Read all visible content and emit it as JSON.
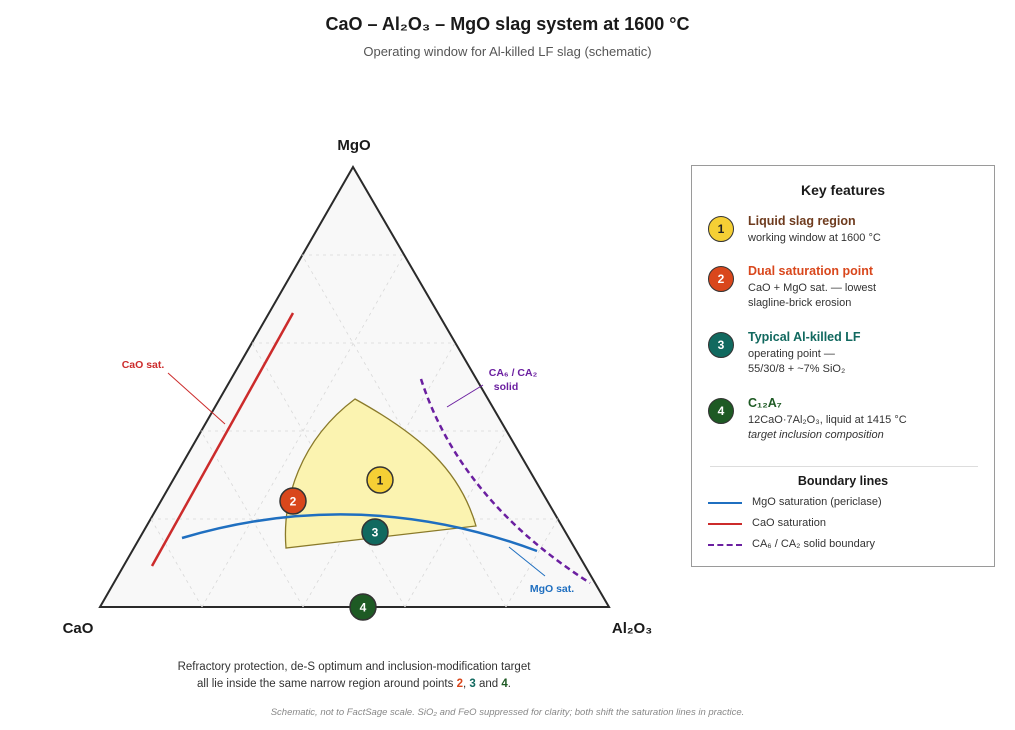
{
  "title": "CaO – Al₂O₃ – MgO slag system at 1600 °C",
  "subtitle": "Operating window for Al-killed LF slag (schematic)",
  "vertices": {
    "top": "MgO",
    "left": "CaO",
    "right": "Al₂O₃"
  },
  "annotations": {
    "cao_sat": "CaO sat.",
    "mgo_sat": "MgO sat.",
    "ca6_line1": "CA₆ / CA₂",
    "ca6_line2": "solid"
  },
  "points": [
    {
      "id": "1",
      "label": "1",
      "color": "#f5cf35",
      "text_color": "#222222"
    },
    {
      "id": "2",
      "label": "2",
      "color": "#d9471c",
      "text_color": "#ffffff"
    },
    {
      "id": "3",
      "label": "3",
      "color": "#11695f",
      "text_color": "#ffffff"
    },
    {
      "id": "4",
      "label": "4",
      "color": "#1e5a24",
      "text_color": "#ffffff"
    }
  ],
  "legend": {
    "title": "Key features",
    "items": [
      {
        "num": "1",
        "badge_color": "#f5cf35",
        "badge_text_color": "#222222",
        "head": "Liquid slag region",
        "head_color": "#6e3b1e",
        "lines": [
          "working window at 1600 °C"
        ],
        "italic": ""
      },
      {
        "num": "2",
        "badge_color": "#d9471c",
        "badge_text_color": "#ffffff",
        "head": "Dual saturation point",
        "head_color": "#d9471c",
        "lines": [
          "CaO + MgO sat. — lowest",
          "slagline-brick erosion"
        ],
        "italic": ""
      },
      {
        "num": "3",
        "badge_color": "#11695f",
        "badge_text_color": "#ffffff",
        "head": "Typical Al-killed LF",
        "head_color": "#11695f",
        "lines": [
          "operating point —",
          "55/30/8 + ~7% SiO₂"
        ],
        "italic": ""
      },
      {
        "num": "4",
        "badge_color": "#1e5a24",
        "badge_text_color": "#ffffff",
        "head": "C₁₂A₇",
        "head_color": "#1e5a24",
        "lines": [
          "12CaO·7Al₂O₃, liquid at 1415 °C"
        ],
        "italic": "target inclusion composition"
      }
    ],
    "boundary_title": "Boundary lines",
    "boundaries": [
      {
        "label": "MgO saturation (periclase)",
        "color": "#1f6fc0",
        "dashed": false
      },
      {
        "label": "CaO saturation",
        "color": "#cc2b2b",
        "dashed": false
      },
      {
        "label": "CA₆ / CA₂ solid boundary",
        "color": "#6b1fa0",
        "dashed": true
      }
    ]
  },
  "caption": {
    "line1": "Refractory protection, de-S optimum and inclusion-modification target",
    "line2_pre": "all lie inside the same narrow region around points ",
    "p2": "2",
    "sep1": ", ",
    "p3": "3",
    "sep2": " and ",
    "p4": "4",
    "end": "."
  },
  "footnote": "Schematic, not to FactSage scale. SiO₂ and FeO suppressed for clarity; both shift the saturation lines in practice.",
  "colors": {
    "liquid_fill": "#fbf3b0",
    "liquid_stroke": "#8a7a2a",
    "triangle_fill": "#f8f8f8",
    "triangle_stroke": "#2a2a2a",
    "grid": "#d8d8d8",
    "p2": "#d9471c",
    "p3": "#11695f",
    "p4": "#1e5a24"
  }
}
